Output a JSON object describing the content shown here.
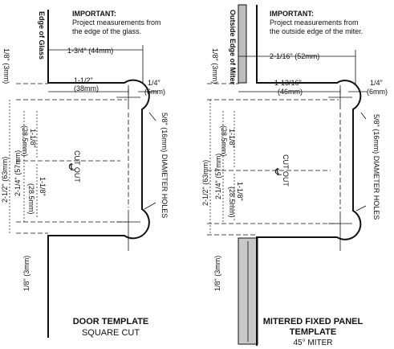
{
  "left": {
    "edge_label": "Edge of Glass",
    "important_title": "IMPORTANT:",
    "important_line1": "Project measurements from",
    "important_line2": "the edge of the glass.",
    "dim_top": "1-3/4\" (44mm)",
    "dim_notch_in": "1-1/2\"",
    "dim_notch_mm": "(38mm)",
    "dim_quarter_in": "1/4\"",
    "dim_quarter_mm": "(6mm)",
    "dim_eighth_top": "1/8\" (3mm)",
    "dim_eighth_bottom": "1/8\" (3mm)",
    "dim_overall": "2-1/2\" (63mm)",
    "dim_mid": "2-1/4\" (57mm)",
    "dim_upper_in": "1-1/8\"",
    "dim_upper_mm": "(28.5mm)",
    "dim_lower_in": "1-1/8\"",
    "dim_lower_mm": "(28.5mm)",
    "holes": "5/8\" (16mm) DIAMETER HOLES",
    "cutout": "CUT OUT",
    "title1": "DOOR TEMPLATE",
    "title2": "SQUARE CUT"
  },
  "right": {
    "edge_label": "Outside Edge of Miter",
    "important_title": "IMPORTANT:",
    "important_line1": "Project measurements from",
    "important_line2": "the outside edge of the miter.",
    "dim_top": "2-1/16\" (52mm)",
    "dim_notch_in": "1-13/16\"",
    "dim_notch_mm": "(46mm)",
    "dim_quarter_in": "1/4\"",
    "dim_quarter_mm": "(6mm)",
    "dim_eighth_top": "1/8\" (3mm)",
    "dim_eighth_bottom": "1/8\" (3mm)",
    "dim_overall": "2-1/2\" (63mm)",
    "dim_mid": "2-1/4\" (57mm)",
    "dim_upper_in": "1-1/8\"",
    "dim_upper_mm": "(28.5mm)",
    "dim_lower_in": "1-1/8\"",
    "dim_lower_mm": "(28.5mm)",
    "holes": "5/8\" (16mm) DIAMETER HOLES",
    "cutout": "CUT OUT",
    "title1": "MITERED FIXED PANEL",
    "title2": "TEMPLATE",
    "title3": "45° MITER"
  }
}
